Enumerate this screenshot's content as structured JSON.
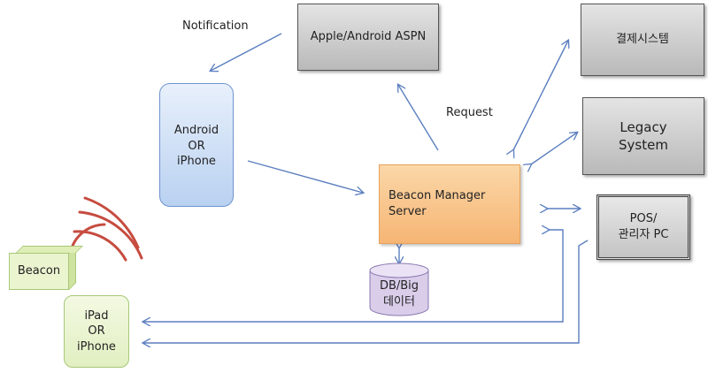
{
  "labels": {
    "notification": "Notification",
    "request": "Request"
  },
  "nodes": {
    "aspn": "Apple/Android ASPN",
    "payment": "결제시스템",
    "legacy": "Legacy\nSystem",
    "pos": "POS/\n관리자 PC",
    "server": "Beacon Manager\nServer",
    "android": "Android\nOR\niPhone",
    "beacon": "Beacon",
    "ipad": "iPad\nOR\niPhone",
    "db": "DB/Big\n데이터"
  },
  "colors": {
    "arrow": "#5b7fc0",
    "signal": "#c0392b",
    "server_fill": "#f9c58d",
    "server_border": "#e8a25a",
    "mobile_fill": "#cfe0f6",
    "mobile_border": "#6f93cf",
    "green_fill": "#eaf4cf",
    "green_border": "#a8c878",
    "db_fill": "#d9cdea",
    "db_border": "#8a78b0"
  }
}
